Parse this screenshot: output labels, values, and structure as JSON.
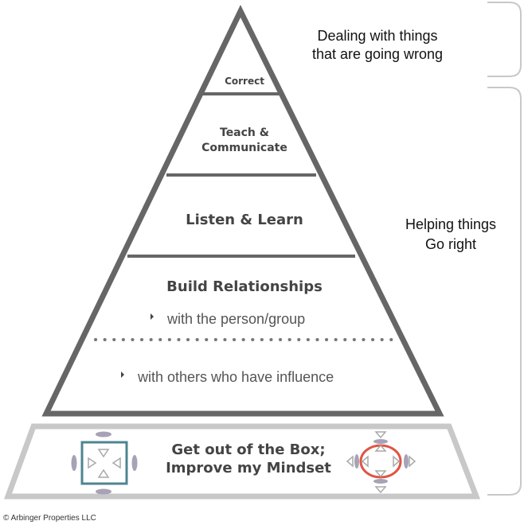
{
  "pyramid": {
    "levels": [
      {
        "label": "Correct"
      },
      {
        "label_lines": [
          "Teach &",
          "Communicate"
        ]
      },
      {
        "label": "Listen & Learn"
      },
      {
        "label": "Build Relationships",
        "bullets": [
          "with the person/group",
          "with others who have influence"
        ]
      }
    ],
    "base": {
      "label_lines": [
        "Get out of the Box;",
        "Improve my Mindset"
      ]
    }
  },
  "brackets": {
    "top_note_lines": [
      "Dealing with things",
      "that are going wrong"
    ],
    "bottom_note_lines": [
      "Helping things",
      "Go right"
    ]
  },
  "colors": {
    "pyramid_stroke": "#666666",
    "base_stroke": "#c8c8c8",
    "bracket": "#c8c8c8",
    "box_icon": "#4e8590",
    "mindset_ring": "#e05545",
    "icon_grey": "#a9a9a9",
    "ellipse_fill": "#a8a2b6"
  },
  "icons": [
    "in-the-box-icon",
    "out-of-the-box-icon"
  ],
  "footer": {
    "copyright": "© Arbinger Properties LLC"
  }
}
